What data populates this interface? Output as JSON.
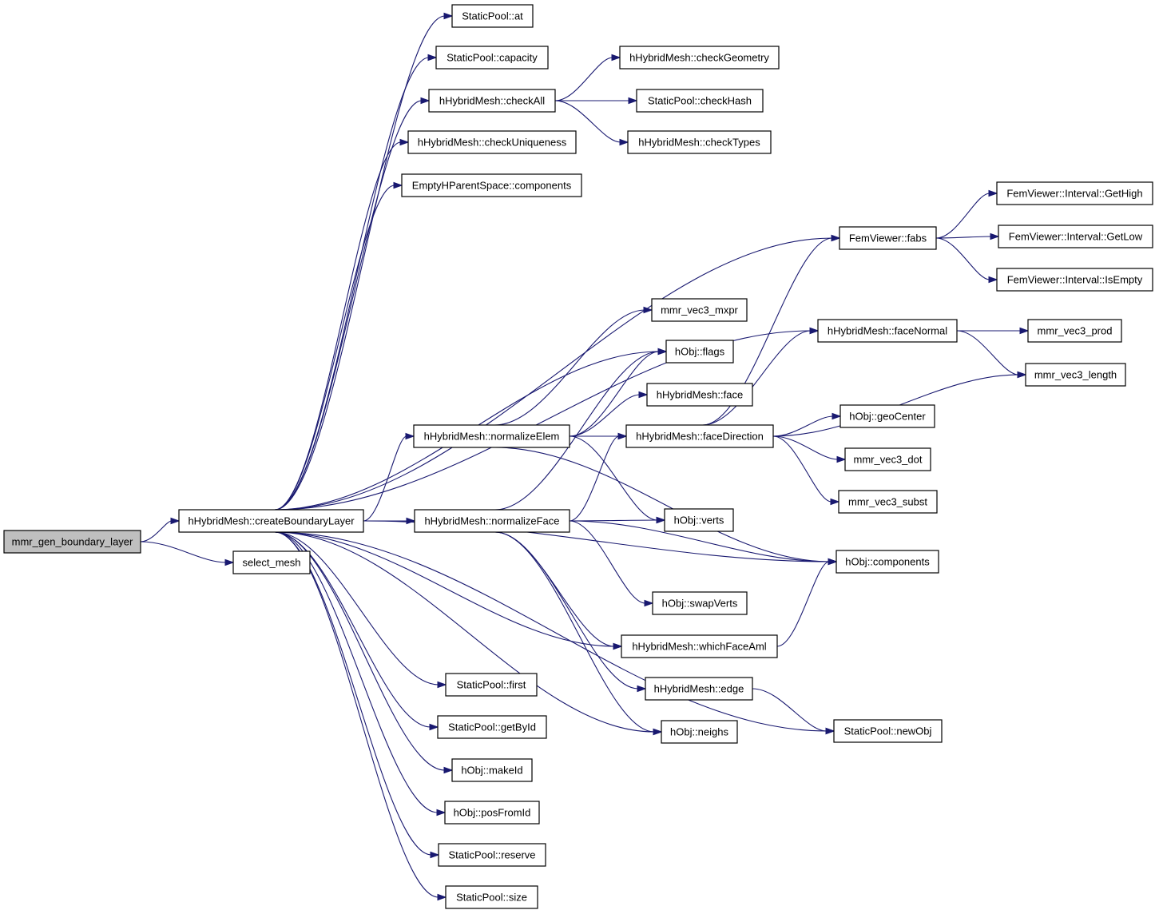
{
  "graph": {
    "root": "mmr_gen_boundary_layer",
    "colors": {
      "edge": "#191970",
      "root_fill": "#bfbfbf",
      "node_fill": "#ffffff",
      "node_border": "#000000"
    },
    "nodes": {
      "gen": "mmr_gen_boundary_layer",
      "cbl": "hHybridMesh::createBoundaryLayer",
      "sel": "select_mesh",
      "at": "StaticPool::at",
      "cap": "StaticPool::capacity",
      "ca": "hHybridMesh::checkAll",
      "cu": "hHybridMesh::checkUniqueness",
      "ehp": "EmptyHParentSpace::components",
      "cg": "hHybridMesh::checkGeometry",
      "ch": "StaticPool::checkHash",
      "ct": "hHybridMesh::checkTypes",
      "fabs": "FemViewer::fabs",
      "gh": "FemViewer::Interval::GetHigh",
      "gl": "FemViewer::Interval::GetLow",
      "ie": "FemViewer::Interval::IsEmpty",
      "mxpr": "mmr_vec3_mxpr",
      "flags": "hObj::flags",
      "face": "hHybridMesh::face",
      "fn": "hHybridMesh::faceNormal",
      "prod": "mmr_vec3_prod",
      "len": "mmr_vec3_length",
      "ne": "hHybridMesh::normalizeElem",
      "fd": "hHybridMesh::faceDirection",
      "gc": "hObj::geoCenter",
      "dot": "mmr_vec3_dot",
      "subst": "mmr_vec3_subst",
      "nf": "hHybridMesh::normalizeFace",
      "verts": "hObj::verts",
      "comp": "hObj::components",
      "sw": "hObj::swapVerts",
      "wfa": "hHybridMesh::whichFaceAml",
      "edge": "hHybridMesh::edge",
      "first": "StaticPool::first",
      "gbi": "StaticPool::getById",
      "mi": "hObj::makeId",
      "neighs": "hObj::neighs",
      "nobj": "StaticPool::newObj",
      "pfi": "hObj::posFromId",
      "res": "StaticPool::reserve",
      "size": "StaticPool::size"
    },
    "edges": [
      [
        "gen",
        "cbl"
      ],
      [
        "gen",
        "sel"
      ],
      [
        "cbl",
        "at"
      ],
      [
        "cbl",
        "cap"
      ],
      [
        "cbl",
        "ca"
      ],
      [
        "cbl",
        "cu"
      ],
      [
        "cbl",
        "ehp"
      ],
      [
        "cbl",
        "fabs"
      ],
      [
        "cbl",
        "fn"
      ],
      [
        "cbl",
        "flags"
      ],
      [
        "cbl",
        "ne"
      ],
      [
        "cbl",
        "nf"
      ],
      [
        "cbl",
        "wfa"
      ],
      [
        "cbl",
        "comp"
      ],
      [
        "cbl",
        "first"
      ],
      [
        "cbl",
        "gbi"
      ],
      [
        "cbl",
        "mi"
      ],
      [
        "cbl",
        "pfi"
      ],
      [
        "cbl",
        "res"
      ],
      [
        "cbl",
        "size"
      ],
      [
        "cbl",
        "neighs"
      ],
      [
        "cbl",
        "nobj"
      ],
      [
        "ca",
        "cg"
      ],
      [
        "ca",
        "ch"
      ],
      [
        "ca",
        "ct"
      ],
      [
        "fabs",
        "gh"
      ],
      [
        "fabs",
        "gl"
      ],
      [
        "fabs",
        "ie"
      ],
      [
        "fn",
        "prod"
      ],
      [
        "fn",
        "len"
      ],
      [
        "ne",
        "mxpr"
      ],
      [
        "ne",
        "flags"
      ],
      [
        "ne",
        "face"
      ],
      [
        "ne",
        "fd"
      ],
      [
        "ne",
        "verts"
      ],
      [
        "ne",
        "comp"
      ],
      [
        "fd",
        "fabs"
      ],
      [
        "fd",
        "fn"
      ],
      [
        "fd",
        "len"
      ],
      [
        "fd",
        "gc"
      ],
      [
        "fd",
        "dot"
      ],
      [
        "fd",
        "subst"
      ],
      [
        "nf",
        "flags"
      ],
      [
        "nf",
        "fd"
      ],
      [
        "nf",
        "verts"
      ],
      [
        "nf",
        "comp"
      ],
      [
        "nf",
        "sw"
      ],
      [
        "nf",
        "wfa"
      ],
      [
        "nf",
        "edge"
      ],
      [
        "nf",
        "neighs"
      ],
      [
        "wfa",
        "comp"
      ],
      [
        "edge",
        "nobj"
      ]
    ]
  }
}
